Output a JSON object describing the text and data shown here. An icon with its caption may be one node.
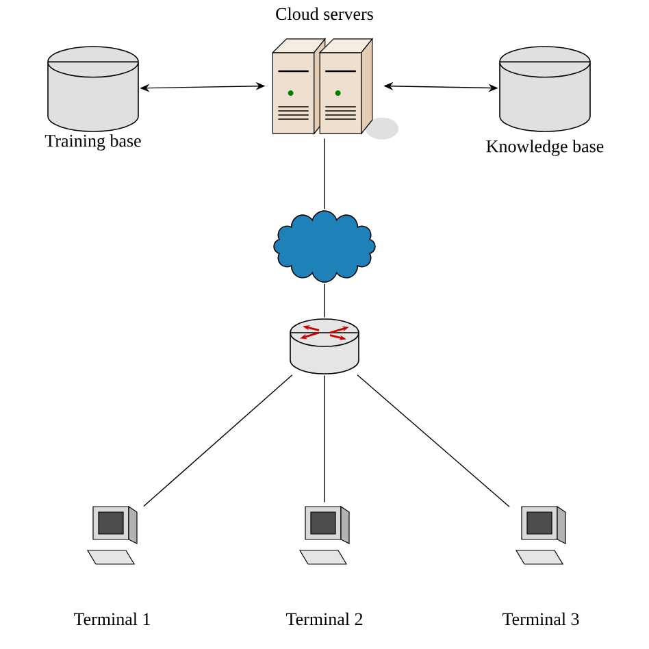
{
  "diagram": {
    "nodes": [
      {
        "text": [
          "Training base"
        ]
      },
      {
        "text": [
          "Cloud servers"
        ]
      },
      {
        "text": [
          "Knowledge base"
        ]
      },
      {
        "text": [],
        "shape": "cloud"
      },
      {
        "text": [],
        "shape": "router"
      },
      {
        "text": [
          "Terminal 1"
        ]
      },
      {
        "text": [
          "Terminal 2"
        ]
      },
      {
        "text": [
          "Terminal 3"
        ]
      }
    ],
    "edges": [
      {
        "from": 0,
        "to": 1,
        "arrow": "both"
      },
      {
        "from": 1,
        "to": 2,
        "arrow": "both"
      },
      {
        "from": 1,
        "to": 3,
        "arrow": "none"
      },
      {
        "from": 3,
        "to": 4,
        "arrow": "none"
      },
      {
        "from": 4,
        "to": 5,
        "arrow": "none"
      },
      {
        "from": 4,
        "to": 6,
        "arrow": "none"
      },
      {
        "from": 4,
        "to": 7,
        "arrow": "none"
      }
    ]
  }
}
